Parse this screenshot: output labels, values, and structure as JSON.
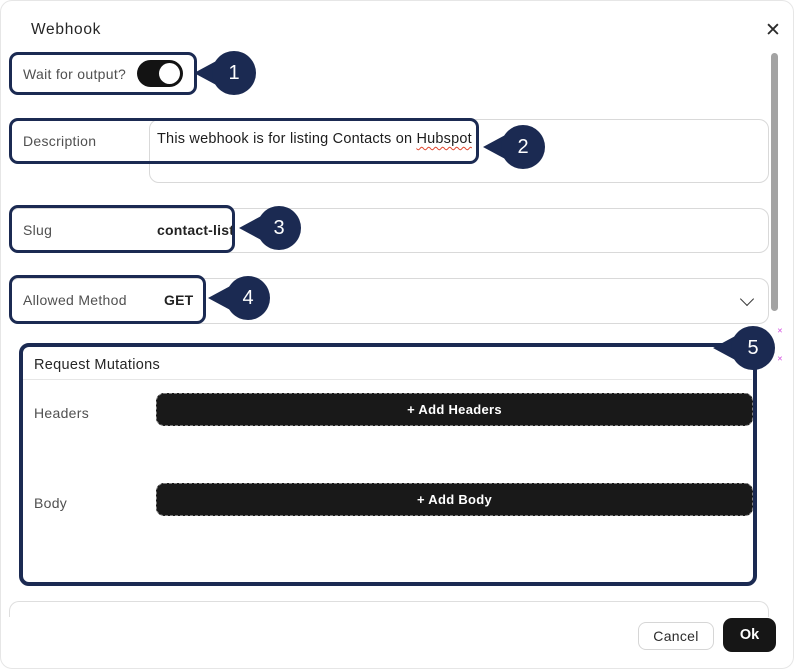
{
  "dialog": {
    "title": "Webhook",
    "close_icon": "✕"
  },
  "rows": {
    "wait": {
      "label": "Wait for output?",
      "state": "on"
    },
    "description": {
      "label": "Description",
      "text": "This webhook is for listing Contacts on ",
      "flagged_word": "Hubspot"
    },
    "slug": {
      "label": "Slug",
      "value": "contact-list"
    },
    "method": {
      "label": "Allowed Method",
      "value": "GET"
    }
  },
  "mutations": {
    "title": "Request Mutations",
    "headers_label": "Headers",
    "add_headers_button": "+ Add Headers",
    "body_label": "Body",
    "add_body_button": "+ Add Body"
  },
  "footer": {
    "cancel_button": "Cancel",
    "ok_button": "Ok"
  },
  "annotations": {
    "markers": [
      "1",
      "2",
      "3",
      "4",
      "5"
    ],
    "color": "#1b2a52"
  },
  "colors": {
    "annotation_navy": "#1b2a52",
    "dark_button": "#191919",
    "field_border": "#d9d9d9",
    "spellcheck_red": "#e0442c",
    "scrollbar_thumb": "#a3a3a3"
  }
}
